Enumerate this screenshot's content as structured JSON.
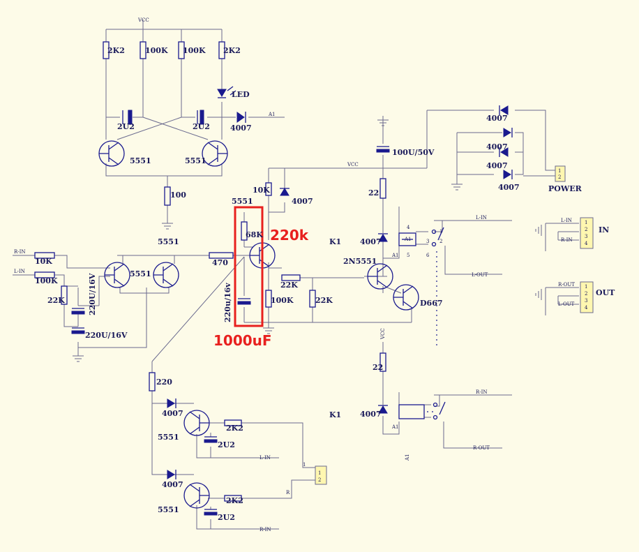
{
  "labels": {
    "vcc": "VCC",
    "a1": "A1",
    "power": "POWER",
    "in": "IN",
    "out": "OUT",
    "k1": "K1",
    "l_in": "L-IN",
    "r_in": "R-IN",
    "l_out": "L-OUT",
    "r_out": "R-OUT",
    "r": "R"
  },
  "values": {
    "r_2k2": "2K2",
    "r_100k": "100K",
    "r_10k": "10K",
    "r_22k": "22K",
    "r_68k": "68K",
    "r_470": "470",
    "r_100": "100",
    "r_22": "22",
    "r_220": "220",
    "c_2u2": "2U2",
    "c_220u_16v": "220U/16V",
    "c_220u_16v_lc": "220u/16v",
    "c_100u_50v": "100U/50V",
    "d_4007": "4007",
    "led": "LED",
    "q_5551": "5551",
    "q_2n5551": "2N5551",
    "q_d667": "D667"
  },
  "pins": {
    "p1": "1",
    "p2": "2",
    "p3": "3",
    "p4": "4",
    "p5": "5",
    "p6": "6"
  },
  "annotations": {
    "new_resistor": "220k",
    "new_capacitor": "1000uF"
  },
  "colors": {
    "background": "#fdfbe8",
    "component": "#1a1a8e",
    "wire": "#6a6a8e",
    "connector": "#fff7b0",
    "annotation": "#e8201e"
  }
}
